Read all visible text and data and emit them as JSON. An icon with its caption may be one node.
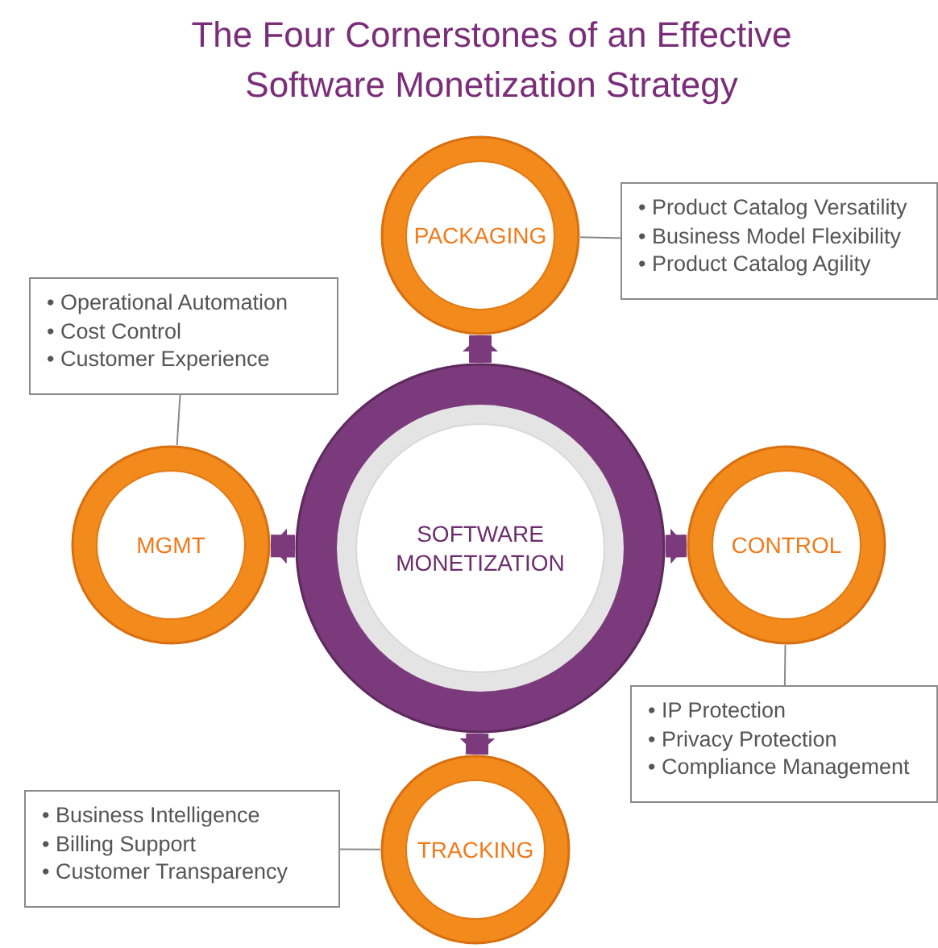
{
  "diagram": {
    "title": "The Four Cornerstones of an Effective Software Monetization Strategy",
    "nodes": [
      {
        "text": [
          "SOFTWARE MONETIZATION"
        ]
      },
      {
        "text": [
          "PACKAGING"
        ]
      },
      {
        "text": [
          "• Product Catalog Versatility",
          "• Business Model Flexibility",
          "• Product Catalog Agility"
        ]
      },
      {
        "text": [
          "• Operational Automation",
          "• Cost Control",
          "• Customer Experience"
        ]
      },
      {
        "text": [
          "MGMT"
        ]
      },
      {
        "text": [
          "CONTROL"
        ]
      },
      {
        "text": [
          "• IP Protection",
          "• Privacy Protection",
          "• Compliance Management"
        ]
      },
      {
        "text": [
          "• Business Intelligence",
          "• Billing Support",
          "• Customer Transparency"
        ]
      },
      {
        "text": [
          "TRACKING"
        ]
      }
    ],
    "edges": [
      {
        "from": 0,
        "to": 1,
        "arrow": "to",
        "style": "thick",
        "color": "#7b3a7b"
      },
      {
        "from": 0,
        "to": 4,
        "arrow": "to",
        "style": "thick",
        "color": "#7b3a7b"
      },
      {
        "from": 0,
        "to": 5,
        "arrow": "to",
        "style": "thick",
        "color": "#7b3a7b"
      },
      {
        "from": 0,
        "to": 8,
        "arrow": "to",
        "style": "thick",
        "color": "#7b3a7b"
      },
      {
        "from": 2,
        "to": 1,
        "arrow": "none"
      },
      {
        "from": 3,
        "to": 4,
        "arrow": "none"
      },
      {
        "from": 6,
        "to": 5,
        "arrow": "none"
      },
      {
        "from": 7,
        "to": 8,
        "arrow": "none"
      }
    ]
  }
}
